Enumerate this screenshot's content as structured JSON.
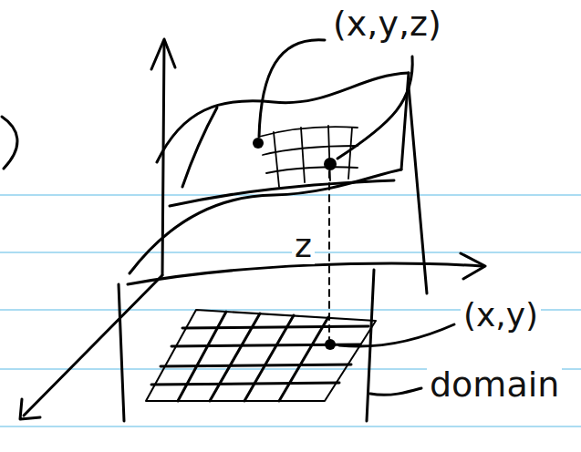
{
  "diagram": {
    "labels": [
      "(x,y,z)",
      "z",
      "(x,y)",
      "domain"
    ]
  }
}
